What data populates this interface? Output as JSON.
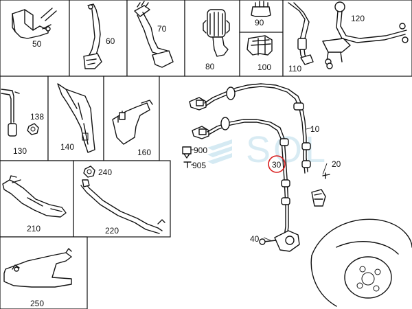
{
  "callouts": {
    "c50": "50",
    "c60": "60",
    "c70": "70",
    "c80": "80",
    "c90": "90",
    "c100": "100",
    "c110": "110",
    "c120": "120",
    "c130": "130",
    "c138": "138",
    "c140": "140",
    "c160": "160",
    "c210": "210",
    "c220": "220",
    "c240": "240",
    "c250": "250",
    "c10": "10",
    "c20": "20",
    "c30": "30",
    "c40": "40",
    "c900": "900",
    "c905": "905"
  },
  "highlighted_part": "30",
  "highlight_color": "#d81e1e",
  "watermark": "SOL",
  "watermark_color": "#b9dceb"
}
